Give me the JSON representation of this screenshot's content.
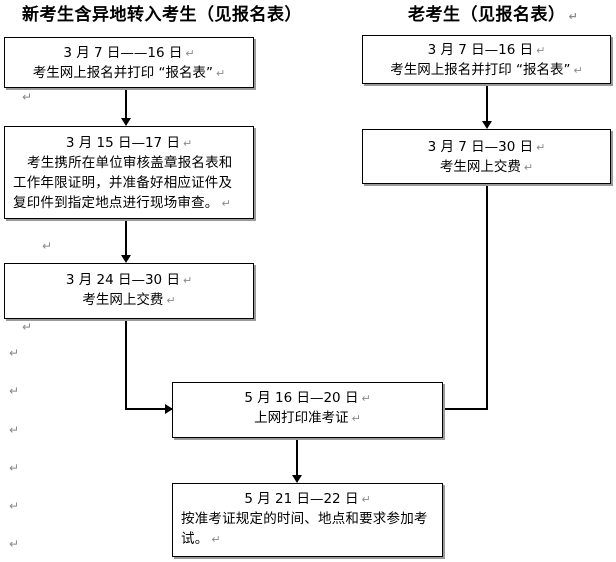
{
  "document": {
    "type": "flowchart",
    "title_left": "新考生含异地转入考生（见报名表）",
    "title_right": "老考生（见报名表）",
    "pilcrow_glyph": "↵"
  },
  "boxes": {
    "new_register": {
      "date": "3 月 7 日——16 日",
      "text": "考生网上报名并打印 “报名表”"
    },
    "new_review": {
      "date": "3 月 15 日—17 日",
      "text": "考生携所在单位审核盖章报名表和工作年限证明，并准备好相应证件及复印件到指定地点进行现场审查。"
    },
    "new_pay": {
      "date": "3 月 24 日—30 日",
      "text": "考生网上交费"
    },
    "old_register": {
      "date": "3 月 7 日—16 日",
      "text": "考生网上报名并打印 “报名表”"
    },
    "old_pay": {
      "date": "3 月 7 日—30 日",
      "text": "考生网上交费"
    },
    "print_admission": {
      "date": "5 月 16 日—20 日",
      "text": "上网打印准考证"
    },
    "exam": {
      "date": "5 月 21 日—22 日",
      "text": "按准考证规定的时间、地点和要求参加考试。"
    }
  },
  "colors": {
    "line": "#000000",
    "box_fill": "#ffffff",
    "box_shadow": "#9a9a9a",
    "pilcrow": "#8a8a8a"
  }
}
